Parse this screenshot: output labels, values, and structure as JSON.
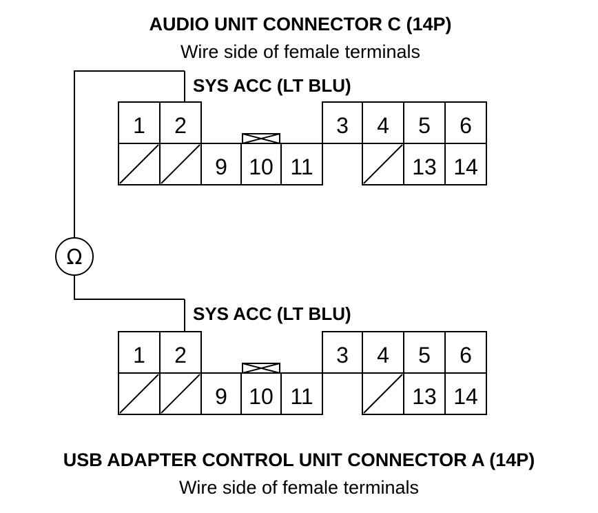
{
  "connectors": [
    {
      "title": "AUDIO UNIT CONNECTOR C (14P)",
      "subtitle": "Wire side of female terminals",
      "wire_label": "SYS ACC (LT BLU)",
      "top_pins": [
        "1",
        "2",
        "3",
        "4",
        "5",
        "6"
      ],
      "bottom_pins": [
        "9",
        "10",
        "11",
        "13",
        "14"
      ]
    },
    {
      "title": "USB ADAPTER CONTROL UNIT CONNECTOR A (14P)",
      "subtitle": "Wire side of female terminals",
      "wire_label": "SYS ACC (LT BLU)",
      "top_pins": [
        "1",
        "2",
        "3",
        "4",
        "5",
        "6"
      ],
      "bottom_pins": [
        "9",
        "10",
        "11",
        "13",
        "14"
      ]
    }
  ],
  "meter": {
    "symbol": "Ω",
    "icon": "ohmmeter-icon"
  }
}
